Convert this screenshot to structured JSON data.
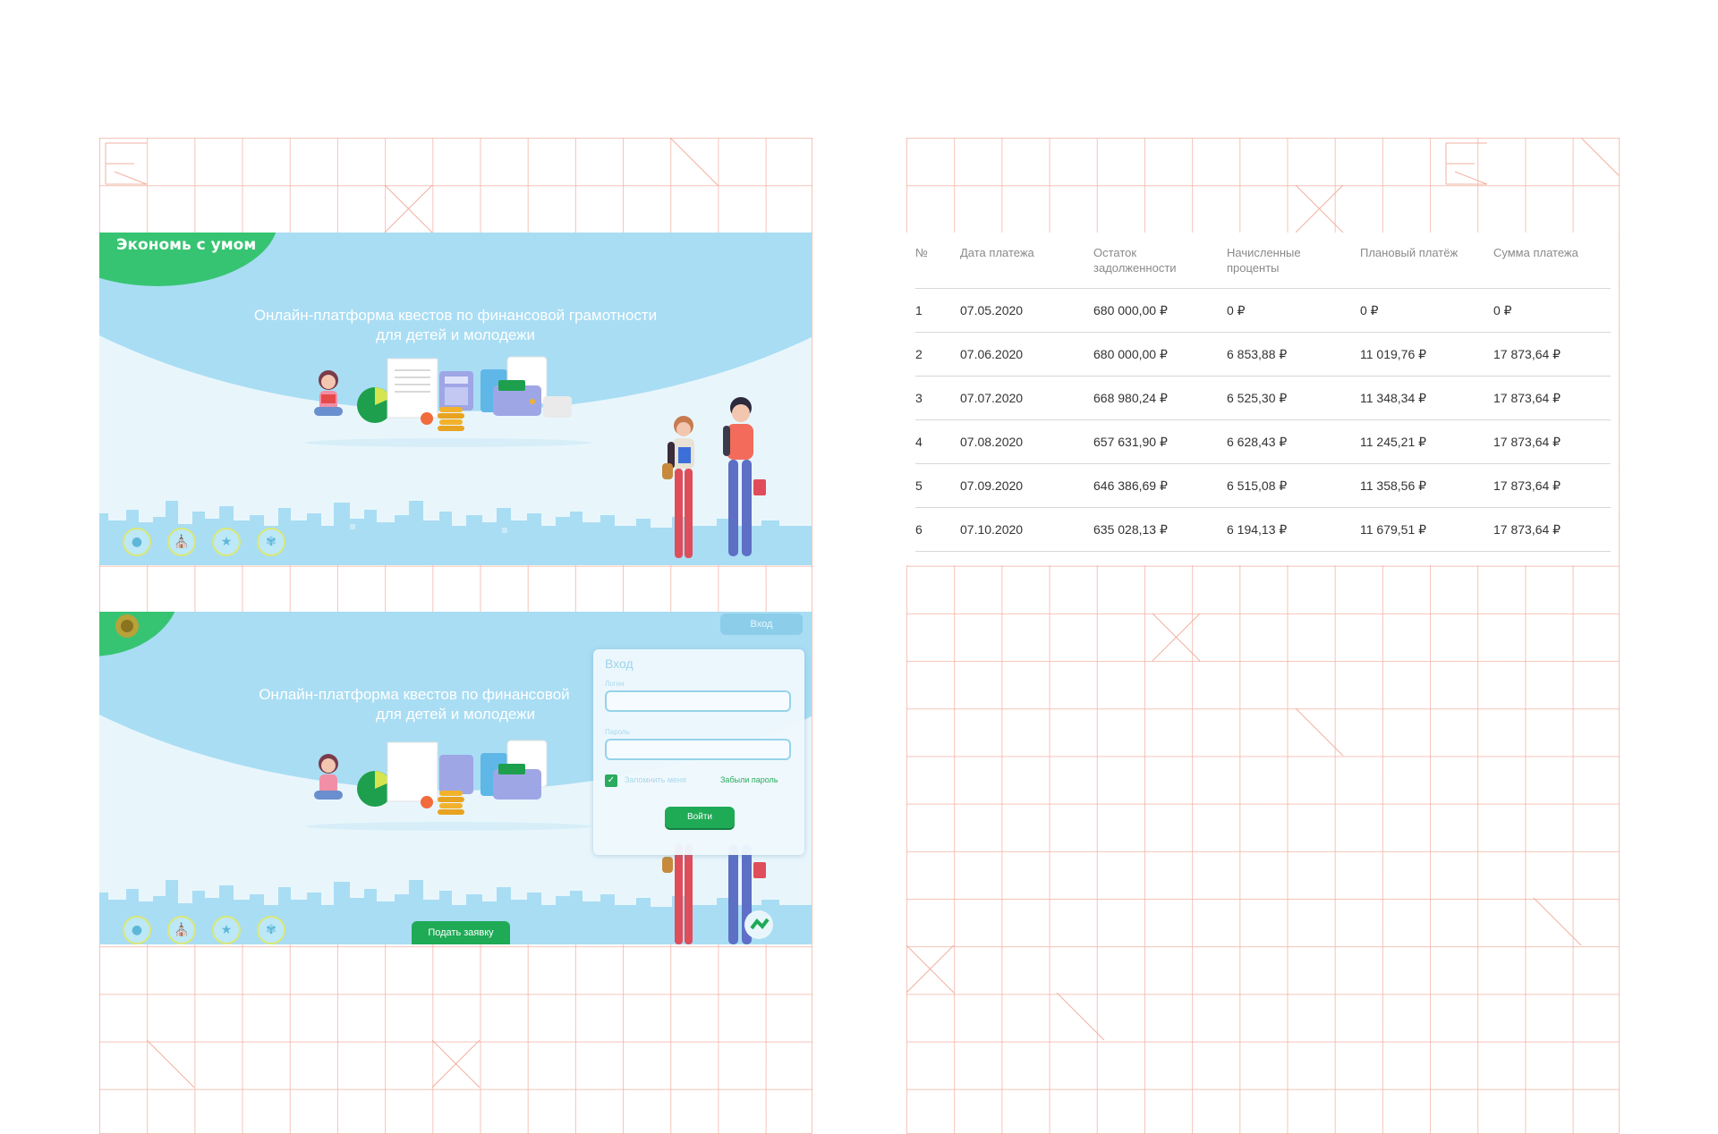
{
  "screen1": {
    "logo_text": "Экономь с умом",
    "headline_line1": "Онлайн-платформа квестов по финансовой грамотности",
    "headline_line2": "для детей и молодежи",
    "footer_icons": [
      "piggy-bank-icon",
      "bank-icon",
      "money-bag-icon",
      "feather-icon"
    ]
  },
  "screen2": {
    "headline_line1": "Онлайн-платформа квестов по финансовой",
    "headline_line2": "для детей и молодежи",
    "top_login_button": "Вход",
    "login": {
      "title": "Вход",
      "login_label": "Логин",
      "password_label": "Пароль",
      "remember_label": "Запомнить меня",
      "remember_checked": true,
      "forgot_link": "Забыли пароль",
      "submit_label": "Войти"
    },
    "apply_button": "Подать заявку",
    "footer_icons": [
      "piggy-bank-icon",
      "bank-icon",
      "money-bag-icon",
      "feather-icon"
    ]
  },
  "payments_table": {
    "columns": [
      "№",
      "Дата платежа",
      "Остаток задолженности",
      "Начисленные проценты",
      "Плановый платёж",
      "Сумма платежа"
    ],
    "rows": [
      [
        "1",
        "07.05.2020",
        "680 000,00 ₽",
        "0 ₽",
        "0 ₽",
        "0 ₽"
      ],
      [
        "2",
        "07.06.2020",
        "680 000,00 ₽",
        "6 853,88 ₽",
        "11 019,76 ₽",
        "17 873,64 ₽"
      ],
      [
        "3",
        "07.07.2020",
        "668 980,24 ₽",
        "6 525,30 ₽",
        "11 348,34 ₽",
        "17 873,64 ₽"
      ],
      [
        "4",
        "07.08.2020",
        "657 631,90 ₽",
        "6 628,43 ₽",
        "11 245,21 ₽",
        "17 873,64 ₽"
      ],
      [
        "5",
        "07.09.2020",
        "646 386,69 ₽",
        "6 515,08 ₽",
        "11 358,56 ₽",
        "17 873,64 ₽"
      ],
      [
        "6",
        "07.10.2020",
        "635 028,13 ₽",
        "6 194,13 ₽",
        "11 679,51 ₽",
        "17 873,64 ₽"
      ]
    ]
  },
  "colors": {
    "grid_line": "#f2b0a0",
    "sky": "#a9ddf3",
    "light_bg": "#e8f6fc",
    "brand_green": "#37c472",
    "button_green": "#1faa56"
  }
}
